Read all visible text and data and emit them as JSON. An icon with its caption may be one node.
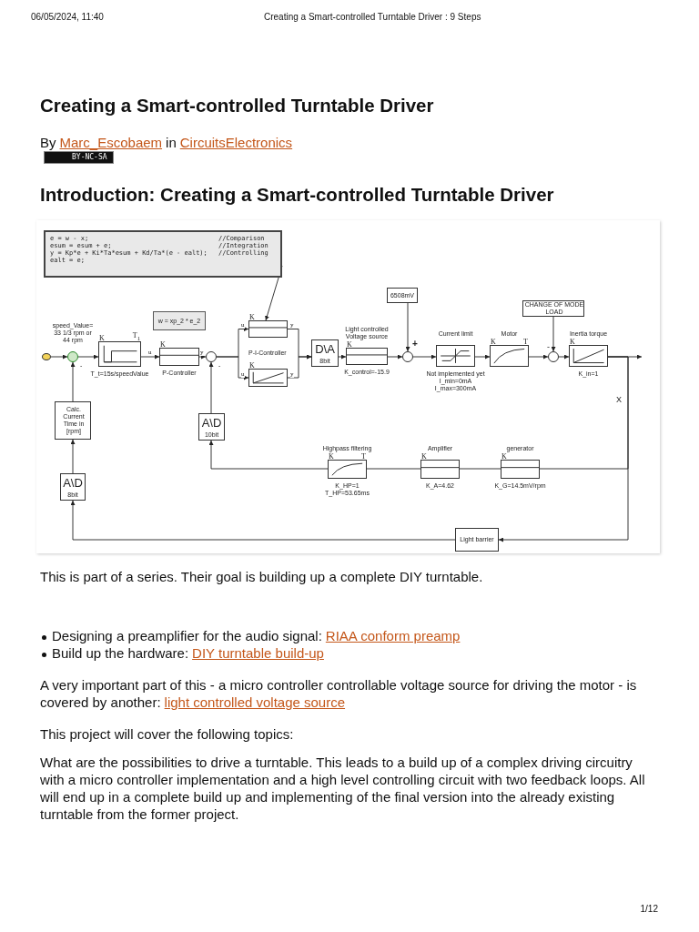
{
  "diagram": {
    "title": "Creating a Smart-controlled Turntable Driver",
    "nodes": [
      {
        "text": [
          "e = w - x;",
          "esum = esum + e;",
          "y = Kp*e + Ki*Ta*esum + Kd/Ta*(e - ealt);",
          "ealt = e;",
          "//Comparison",
          "//Integration",
          "//Controlling"
        ]
      },
      {
        "text": [],
        "shape": "circle"
      },
      {
        "text": [],
        "shape": "circle"
      },
      {
        "text": [
          "K",
          "T$_{1}$"
        ],
        "beside": [
          "T_t=15s/speedValue"
        ]
      },
      {
        "text": [
          "w = xp_2 * e_2"
        ]
      },
      {
        "text": [
          "K"
        ],
        "beside": [
          "P-Controller"
        ]
      },
      {
        "text": [],
        "shape": "circle"
      },
      {
        "text": [
          "K"
        ]
      },
      {
        "text": [
          "K"
        ]
      },
      {
        "text": [
          "D\\A",
          "8bit"
        ]
      },
      {
        "text": [
          "Light controlled Voltage source",
          "K"
        ],
        "beside": [
          "K_control=-15.9"
        ]
      },
      {
        "text": [
          "6508mV"
        ]
      },
      {
        "text": [],
        "shape": "circle"
      },
      {
        "text": [
          "Current limit"
        ],
        "beside": [
          "Not implemented yet",
          "I_min=0mA",
          "I_max=300mA"
        ]
      },
      {
        "text": [
          "Motor",
          "K",
          "T"
        ]
      },
      {
        "text": [
          "CHANGE OF MODE LOAD"
        ]
      },
      {
        "text": [],
        "shape": "circle"
      },
      {
        "text": [
          "Inertia torque",
          "K"
        ],
        "beside": [
          "K_in=1"
        ]
      },
      {
        "text": [
          "A\\D",
          "10bit"
        ]
      },
      {
        "text": [
          "Highpass filtering",
          "K",
          "T"
        ],
        "beside": [
          "K_HP=1",
          "T_HP=53.65ms"
        ]
      },
      {
        "text": [
          "Amplifier",
          "K"
        ],
        "beside": [
          "K_A=4.62"
        ]
      },
      {
        "text": [
          "generator",
          "K"
        ],
        "beside": [
          "K_G=14.5mV/rpm"
        ]
      },
      {
        "text": [
          "Light barrier"
        ]
      },
      {
        "text": [
          "A\\D",
          "8bit"
        ]
      },
      {
        "text": [
          "Calc. Current Time in [rpm]"
        ]
      }
    ],
    "edges": [
      {
        "from": 1,
        "to": 2,
        "arrow": "to"
      },
      {
        "from": 2,
        "to": 3,
        "arrow": "to"
      },
      {
        "from": 3,
        "to": 5,
        "arrow": "to",
        "label": "u"
      },
      {
        "from": 5,
        "to": 6,
        "arrow": "to",
        "label": "y"
      },
      {
        "from": 6,
        "to": 7,
        "arrow": "to",
        "label": "u"
      },
      {
        "from": 6,
        "to": 8,
        "arrow": "to",
        "label": "u"
      },
      {
        "from": 7,
        "to": 9,
        "arrow": "to",
        "label": "y"
      },
      {
        "from": 8,
        "to": 9,
        "arrow": "to",
        "label": "y"
      },
      {
        "from": 9,
        "to": 10,
        "arrow": "to"
      },
      {
        "from": 10,
        "to": 12,
        "arrow": "to"
      },
      {
        "from": 11,
        "to": 12,
        "arrow": "to"
      },
      {
        "from": 12,
        "to": 13,
        "arrow": "to"
      },
      {
        "from": 13,
        "to": 14,
        "arrow": "to"
      },
      {
        "from": 14,
        "to": 16,
        "arrow": "to"
      },
      {
        "from": 15,
        "to": 16,
        "arrow": "to"
      },
      {
        "from": 16,
        "to": 17,
        "arrow": "to"
      },
      {
        "from": 17,
        "to": null,
        "arrow": "to"
      },
      {
        "from": 17,
        "to": 21,
        "arrow": "none"
      },
      {
        "from": 21,
        "to": 20,
        "arrow": "none"
      },
      {
        "from": 20,
        "to": 19,
        "arrow": "none"
      },
      {
        "from": 19,
        "to": 18,
        "arrow": "to"
      },
      {
        "from": 18,
        "to": 6,
        "arrow": "to"
      },
      {
        "from": 17,
        "to": 22,
        "arrow": "to"
      },
      {
        "from": 22,
        "to": 23,
        "arrow": "to"
      },
      {
        "from": 23,
        "to": 24,
        "arrow": "to"
      },
      {
        "from": 24,
        "to": 2,
        "arrow": "to"
      },
      {
        "from": 0,
        "to": 7,
        "arrow": "to"
      }
    ],
    "labels": [
      "06/05/2024, 11:40",
      "Creating a Smart-controlled Turntable Driver : 9 Steps",
      "By",
      "Marc_Escobaem",
      "in",
      "CircuitsElectronics",
      "BY-NC-SA",
      "Introduction: Creating a Smart-controlled Turntable Driver",
      "speed_Value= 33 1/3 rpm or 44 rpm",
      "-",
      "-",
      "P-I-Controller",
      "+",
      "-",
      "X",
      "This is part of a series. Their goal is building up a complete DIY turntable.",
      "Designing a preamplifier for the audio signal:",
      "RIAA conform preamp",
      "Build up the hardware:",
      "DIY turntable build-up",
      "A very important part of this - a micro controller controllable voltage source for driving the motor - is covered by another:",
      "light controlled voltage source",
      "This project will cover the following topics:",
      "What are the possibilities to drive a turntable. This leads to a build up of a complex driving circuitry with a micro controller implementation and a high level controlling circuit with two feedback loops. All will end up in a complete build up and implementing of the final version into the already existing turntable from the former project.",
      "1/12"
    ]
  }
}
